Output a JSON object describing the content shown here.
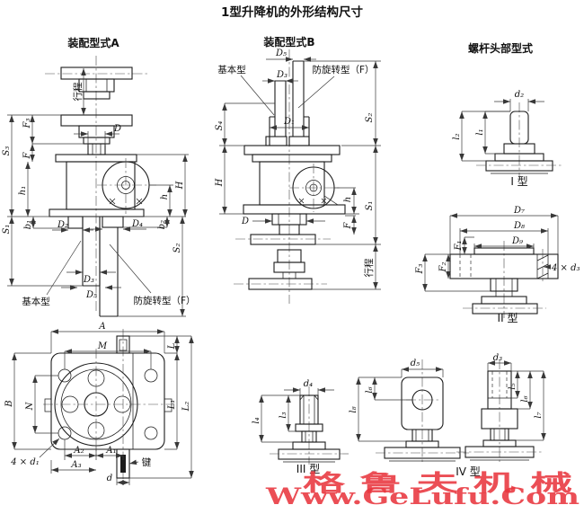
{
  "title": "1型升降机的外形结构尺寸",
  "watermark": {
    "line1": "格 鲁 夫 机 械",
    "line2": "Www.GeLufu.Com",
    "color": "#e8353e"
  },
  "view_a": {
    "heading": "装配型式A",
    "labels": {
      "stroke": "行程",
      "F3": "F₃",
      "S3": "S₃",
      "F": "F",
      "D": "D",
      "h1": "h₁",
      "S1": "S₁",
      "b1": "b₁",
      "D2": "D₂",
      "D4": "D₄",
      "b2": "b₂",
      "S2": "S₂",
      "H": "H",
      "h": "h",
      "D3": "D₃",
      "D5": "D₅",
      "basic": "基本型",
      "anti_rotation": "防旋转型（F）"
    }
  },
  "view_b": {
    "heading": "装配型式B",
    "labels": {
      "D5": "D₅",
      "D3": "D₃",
      "D1": "D₁",
      "S4": "S₄",
      "S2": "S₂",
      "H": "H",
      "D": "D",
      "h": "h",
      "S1": "S₁",
      "F": "F",
      "stroke": "行程",
      "basic": "基本型",
      "anti_rotation": "防旋转型（F）"
    }
  },
  "screw_heads": {
    "heading": "螺杆头部型式",
    "type1": {
      "caption": "I 型",
      "labels": {
        "d2": "d₂",
        "l1": "l₁",
        "l2": "l₂"
      }
    },
    "type2": {
      "caption": "II 型",
      "labels": {
        "D7": "D₇",
        "D8": "D₈",
        "D9": "D₉",
        "F1": "F₁",
        "F2": "F₂",
        "F3": "F₃",
        "bolt": "4 × d₃"
      }
    },
    "type3": {
      "caption": "III 型",
      "labels": {
        "d4": "d₄",
        "l3": "l₃",
        "l4": "l₄"
      }
    },
    "type4": {
      "caption": "IV 型",
      "labels": {
        "d5": "d₅",
        "l6_front": "l₆",
        "l8": "l₈",
        "d3": "d₃",
        "l5": "l₅",
        "l6": "l₆",
        "l7": "l₇"
      }
    }
  },
  "plan_view": {
    "labels": {
      "A": "A",
      "M": "M",
      "L": "L",
      "B": "B",
      "N": "N",
      "L1": "L₁",
      "L2": "L₂",
      "A1": "A₁",
      "A2": "A₂",
      "A3": "A₃",
      "d": "d",
      "key": "键",
      "bolt": "4 × d₁"
    }
  }
}
